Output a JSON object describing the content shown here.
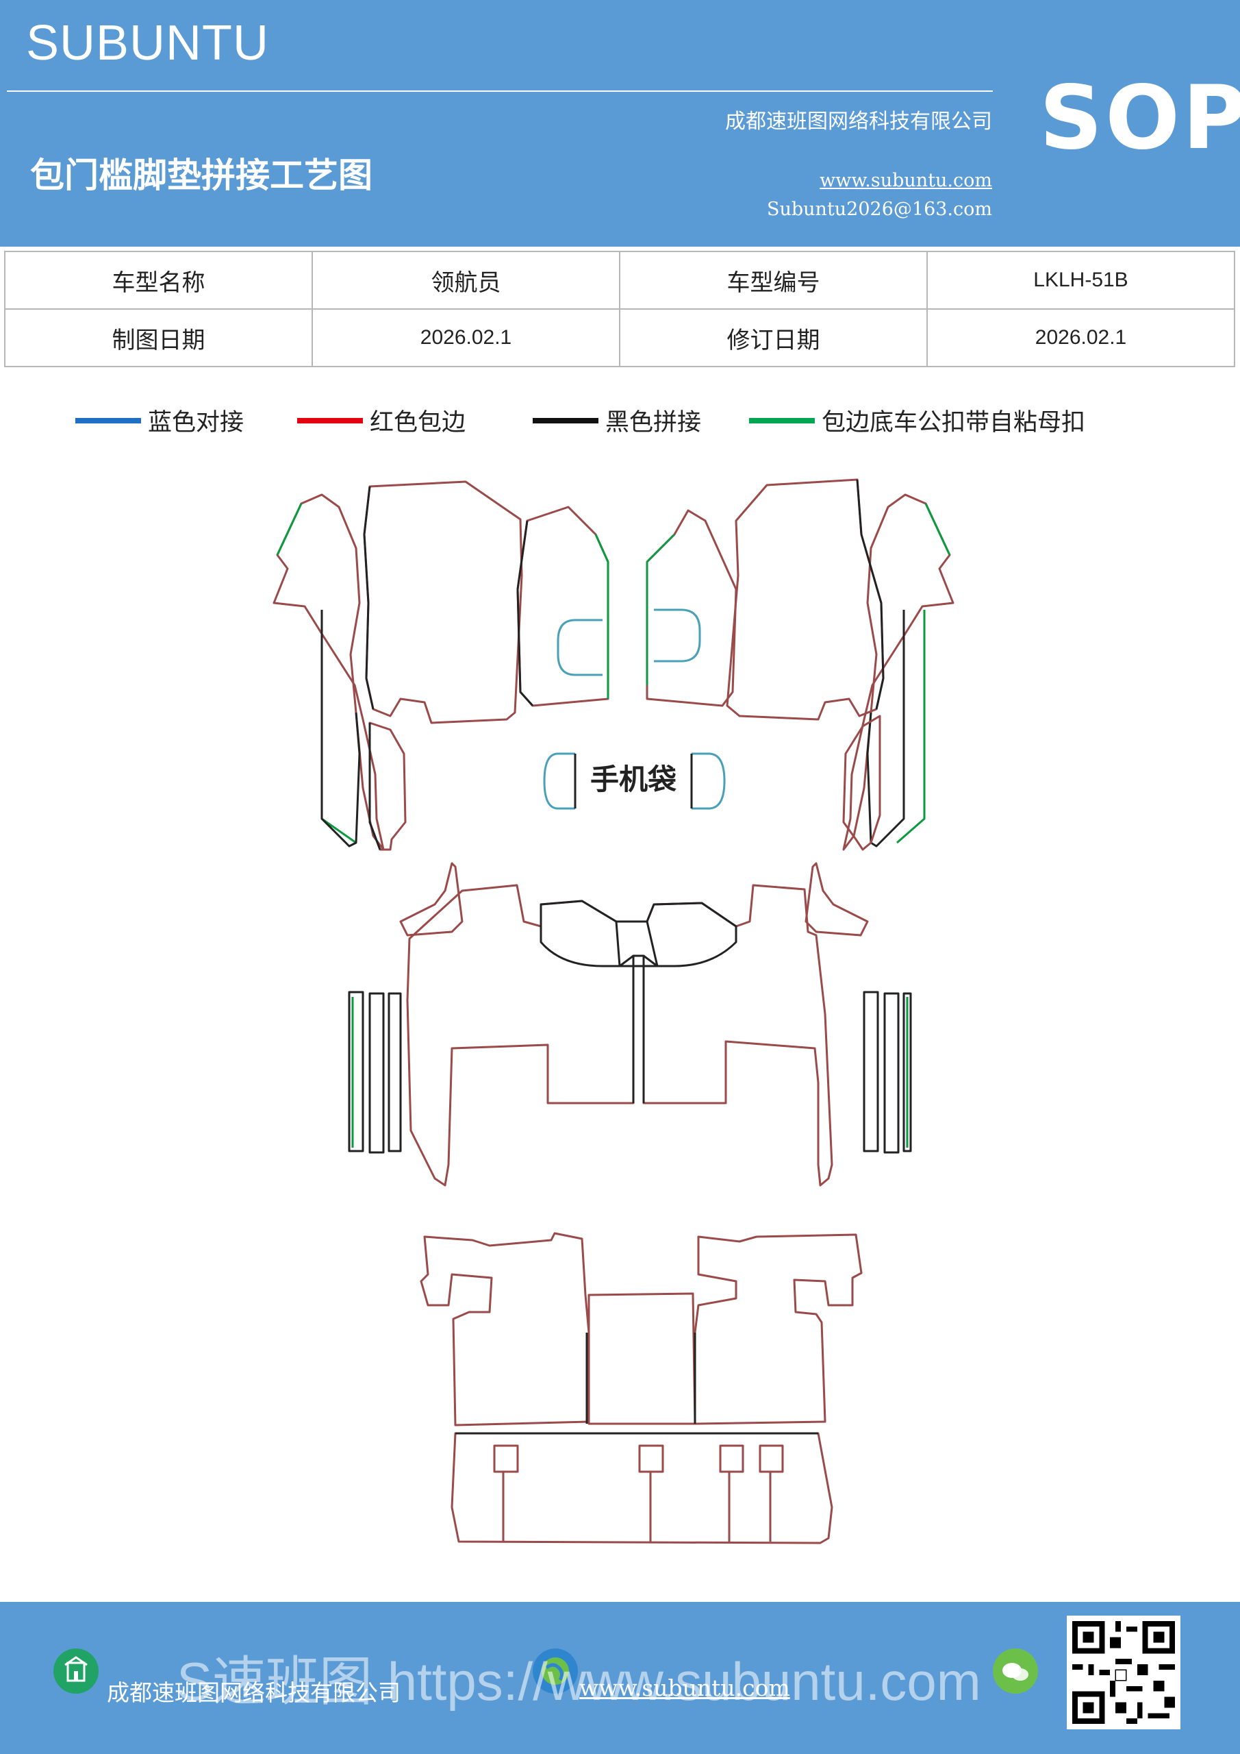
{
  "header": {
    "brand": "SUBUNTU",
    "badge": "SOP",
    "title": "包门槛脚垫拼接工艺图",
    "company": "成都速班图网络科技有限公司",
    "website": "www.subuntu.com",
    "email": "Subuntu2026@163.com"
  },
  "info": {
    "model_name_label": "车型名称",
    "model_name": "领航员",
    "model_code_label": "车型编号",
    "model_code": "LKLH-51B",
    "draw_date_label": "制图日期",
    "draw_date": "2026.02.1",
    "revise_date_label": "修订日期",
    "revise_date": "2026.02.1"
  },
  "legend": [
    {
      "label": "蓝色对接",
      "color": "#1f6fc5"
    },
    {
      "label": "红色包边",
      "color": "#e3000f"
    },
    {
      "label": "黑色拼接",
      "color": "#111111"
    },
    {
      "label": "包边底车公扣带自粘母扣",
      "color": "#00a651"
    }
  ],
  "drawing": {
    "phone_pocket_label": "手机袋"
  },
  "footer": {
    "company": "成都速班图网络科技有限公司",
    "website": "www.subuntu.com",
    "watermark": "S速班图 https://www.subuntu.com"
  },
  "icons": [
    "building-icon",
    "globe-icon",
    "wechat-icon",
    "qr-code"
  ]
}
